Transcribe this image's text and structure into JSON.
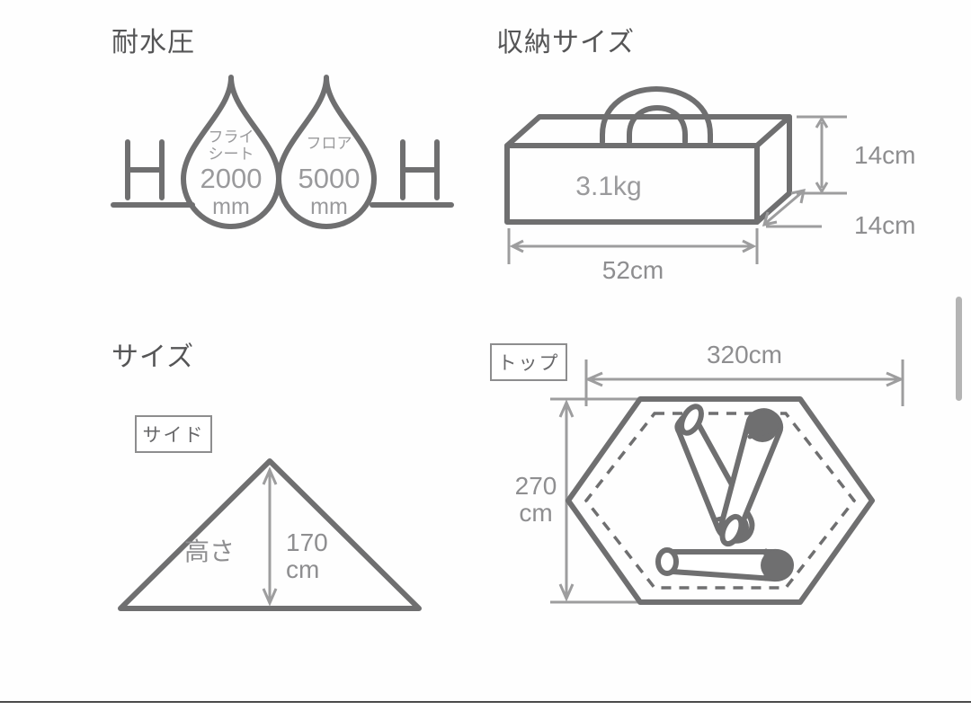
{
  "sections": {
    "water_pressure": {
      "title": "耐水圧",
      "symbol_left": "H",
      "symbol_right": "H",
      "droplets": [
        {
          "label": "フライ",
          "label2": "シート",
          "value": "2000",
          "unit": "mm"
        },
        {
          "label": "フロア",
          "label2": "",
          "value": "5000",
          "unit": "mm"
        }
      ]
    },
    "storage_size": {
      "title": "収納サイズ",
      "weight": "3.1kg",
      "height_label": "14cm",
      "depth_label": "14cm",
      "width_label": "52cm"
    },
    "size": {
      "title": "サイズ",
      "side_tag": "サイド",
      "height_word": "高さ",
      "height_value": "170",
      "height_unit": "cm",
      "top_tag": "トップ",
      "top_width": "320cm",
      "top_depth_value": "270",
      "top_depth_unit": "cm"
    }
  },
  "colors": {
    "line": "#6f6f70",
    "dimension": "#9d9d9e",
    "title_text": "#555556",
    "value_text": "#9a9a9c",
    "background": "#fefefe",
    "scrollbar": "#b4b4b4"
  },
  "scrollbar": {
    "present": "true"
  }
}
